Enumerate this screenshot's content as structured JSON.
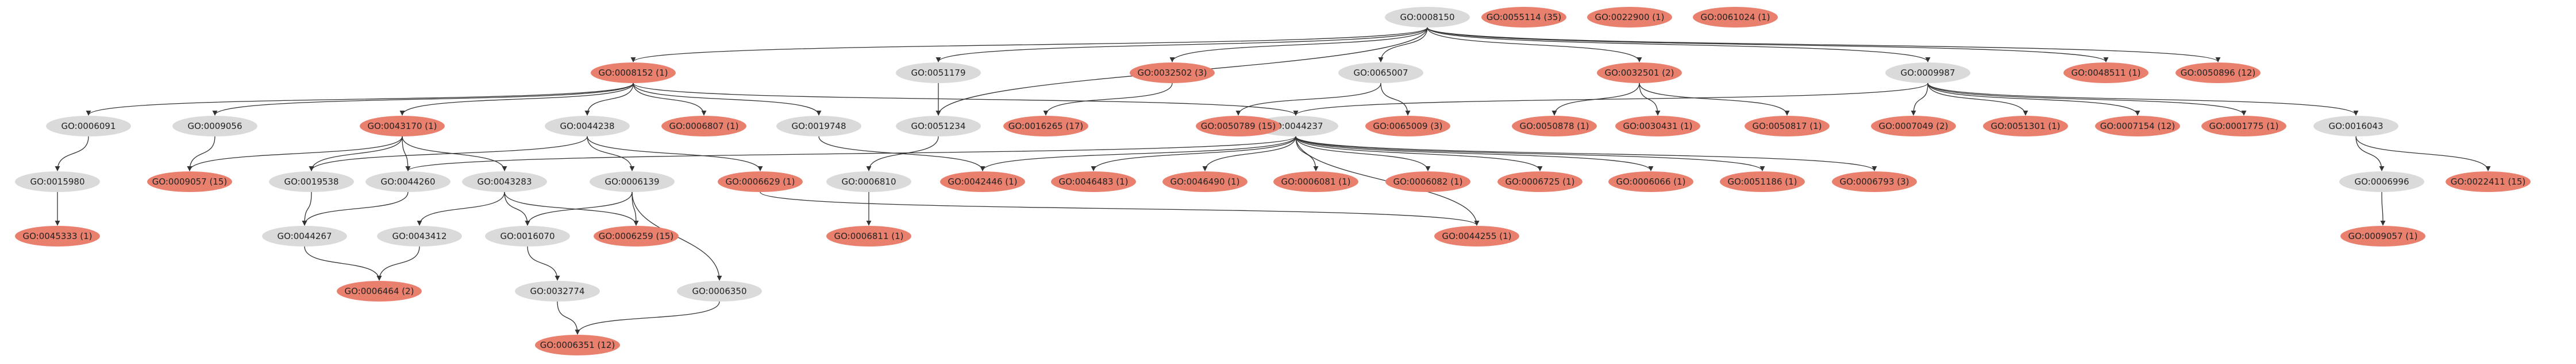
{
  "graph": {
    "colors": {
      "plain": "#dadada",
      "highlight": "#e9806e",
      "edge": "#333333"
    },
    "nodes": [
      {
        "id": "n1",
        "label": "GO:0008150",
        "highlight": false
      },
      {
        "id": "n2",
        "label": "GO:0055114  (35)",
        "highlight": true
      },
      {
        "id": "n3",
        "label": "GO:0022900  (1)",
        "highlight": true
      },
      {
        "id": "n4",
        "label": "GO:0061024  (1)",
        "highlight": true
      },
      {
        "id": "n5",
        "label": "GO:0008152  (1)",
        "highlight": true
      },
      {
        "id": "n6",
        "label": "GO:0051179",
        "highlight": false
      },
      {
        "id": "n7",
        "label": "GO:0032502  (3)",
        "highlight": true
      },
      {
        "id": "n8",
        "label": "GO:0065007",
        "highlight": false
      },
      {
        "id": "n9",
        "label": "GO:0032501  (2)",
        "highlight": true
      },
      {
        "id": "n10",
        "label": "GO:0009987",
        "highlight": false
      },
      {
        "id": "n11",
        "label": "GO:0048511  (1)",
        "highlight": true
      },
      {
        "id": "n12",
        "label": "GO:0050896  (12)",
        "highlight": true
      },
      {
        "id": "n13",
        "label": "GO:0006091",
        "highlight": false
      },
      {
        "id": "n14",
        "label": "GO:0009056",
        "highlight": false
      },
      {
        "id": "n15",
        "label": "GO:0043170  (1)",
        "highlight": true
      },
      {
        "id": "n16",
        "label": "GO:0044238",
        "highlight": false
      },
      {
        "id": "n17",
        "label": "GO:0006807  (1)",
        "highlight": true
      },
      {
        "id": "n18",
        "label": "GO:0019748",
        "highlight": false
      },
      {
        "id": "n19",
        "label": "GO:0051234",
        "highlight": false
      },
      {
        "id": "n20",
        "label": "GO:0016265  (17)",
        "highlight": true
      },
      {
        "id": "n21",
        "label": "GO:0044237",
        "highlight": false
      },
      {
        "id": "n22",
        "label": "GO:0050789  (15)",
        "highlight": true
      },
      {
        "id": "n23",
        "label": "GO:0065009  (3)",
        "highlight": true
      },
      {
        "id": "n24",
        "label": "GO:0050878  (1)",
        "highlight": true
      },
      {
        "id": "n25",
        "label": "GO:0030431  (1)",
        "highlight": true
      },
      {
        "id": "n26",
        "label": "GO:0050817  (1)",
        "highlight": true
      },
      {
        "id": "n27",
        "label": "GO:0007049  (2)",
        "highlight": true
      },
      {
        "id": "n28",
        "label": "GO:0051301  (1)",
        "highlight": true
      },
      {
        "id": "n29",
        "label": "GO:0007154  (12)",
        "highlight": true
      },
      {
        "id": "n30",
        "label": "GO:0001775  (1)",
        "highlight": true
      },
      {
        "id": "n31",
        "label": "GO:0016043",
        "highlight": false
      },
      {
        "id": "n32",
        "label": "GO:0015980",
        "highlight": false
      },
      {
        "id": "n33",
        "label": "GO:0009057  (15)",
        "highlight": true
      },
      {
        "id": "n34",
        "label": "GO:0019538",
        "highlight": false
      },
      {
        "id": "n35",
        "label": "GO:0044260",
        "highlight": false
      },
      {
        "id": "n36",
        "label": "GO:0043283",
        "highlight": false
      },
      {
        "id": "n37",
        "label": "GO:0006139",
        "highlight": false
      },
      {
        "id": "n38",
        "label": "GO:0006629  (1)",
        "highlight": true
      },
      {
        "id": "n39",
        "label": "GO:0006810",
        "highlight": false
      },
      {
        "id": "n40",
        "label": "GO:0042446  (1)",
        "highlight": true
      },
      {
        "id": "n41",
        "label": "GO:0046483  (1)",
        "highlight": true
      },
      {
        "id": "n42",
        "label": "GO:0046490  (1)",
        "highlight": true
      },
      {
        "id": "n43",
        "label": "GO:0006081  (1)",
        "highlight": true
      },
      {
        "id": "n44",
        "label": "GO:0006082  (1)",
        "highlight": true
      },
      {
        "id": "n45",
        "label": "GO:0006725  (1)",
        "highlight": true
      },
      {
        "id": "n46",
        "label": "GO:0006066  (1)",
        "highlight": true
      },
      {
        "id": "n47",
        "label": "GO:0051186  (1)",
        "highlight": true
      },
      {
        "id": "n48",
        "label": "GO:0006793  (3)",
        "highlight": true
      },
      {
        "id": "n49",
        "label": "GO:0006996",
        "highlight": false
      },
      {
        "id": "n50",
        "label": "GO:0022411  (15)",
        "highlight": true
      },
      {
        "id": "n51",
        "label": "GO:0045333  (1)",
        "highlight": true
      },
      {
        "id": "n52",
        "label": "GO:0044267",
        "highlight": false
      },
      {
        "id": "n53",
        "label": "GO:0043412",
        "highlight": false
      },
      {
        "id": "n54",
        "label": "GO:0016070",
        "highlight": false
      },
      {
        "id": "n55",
        "label": "GO:0006259  (15)",
        "highlight": true
      },
      {
        "id": "n56",
        "label": "GO:0006811  (1)",
        "highlight": true
      },
      {
        "id": "n57",
        "label": "GO:0044255  (1)",
        "highlight": true
      },
      {
        "id": "n58",
        "label": "GO:0009057  (1)",
        "highlight": true
      },
      {
        "id": "n59",
        "label": "GO:0006464  (2)",
        "highlight": true
      },
      {
        "id": "n60",
        "label": "GO:0032774",
        "highlight": false
      },
      {
        "id": "n61",
        "label": "GO:0006350",
        "highlight": false
      },
      {
        "id": "n62",
        "label": "GO:0006351  (12)",
        "highlight": true
      }
    ],
    "edges": [
      [
        "n1",
        "n5"
      ],
      [
        "n1",
        "n6"
      ],
      [
        "n1",
        "n7"
      ],
      [
        "n1",
        "n8"
      ],
      [
        "n1",
        "n9"
      ],
      [
        "n1",
        "n10"
      ],
      [
        "n1",
        "n11"
      ],
      [
        "n1",
        "n12"
      ],
      [
        "n1",
        "n19"
      ],
      [
        "n5",
        "n13"
      ],
      [
        "n5",
        "n14"
      ],
      [
        "n5",
        "n15"
      ],
      [
        "n5",
        "n16"
      ],
      [
        "n5",
        "n17"
      ],
      [
        "n5",
        "n18"
      ],
      [
        "n5",
        "n21"
      ],
      [
        "n6",
        "n19"
      ],
      [
        "n7",
        "n20"
      ],
      [
        "n8",
        "n22"
      ],
      [
        "n8",
        "n23"
      ],
      [
        "n9",
        "n24"
      ],
      [
        "n9",
        "n25"
      ],
      [
        "n9",
        "n26"
      ],
      [
        "n10",
        "n21"
      ],
      [
        "n10",
        "n27"
      ],
      [
        "n10",
        "n28"
      ],
      [
        "n10",
        "n29"
      ],
      [
        "n10",
        "n30"
      ],
      [
        "n10",
        "n31"
      ],
      [
        "n13",
        "n32"
      ],
      [
        "n14",
        "n33"
      ],
      [
        "n15",
        "n33"
      ],
      [
        "n15",
        "n34"
      ],
      [
        "n15",
        "n35"
      ],
      [
        "n15",
        "n36"
      ],
      [
        "n16",
        "n34"
      ],
      [
        "n16",
        "n37"
      ],
      [
        "n16",
        "n38"
      ],
      [
        "n18",
        "n40"
      ],
      [
        "n19",
        "n39"
      ],
      [
        "n21",
        "n35"
      ],
      [
        "n21",
        "n40"
      ],
      [
        "n21",
        "n41"
      ],
      [
        "n21",
        "n42"
      ],
      [
        "n21",
        "n43"
      ],
      [
        "n21",
        "n44"
      ],
      [
        "n21",
        "n45"
      ],
      [
        "n21",
        "n46"
      ],
      [
        "n21",
        "n47"
      ],
      [
        "n21",
        "n48"
      ],
      [
        "n21",
        "n57"
      ],
      [
        "n31",
        "n49"
      ],
      [
        "n31",
        "n50"
      ],
      [
        "n32",
        "n51"
      ],
      [
        "n34",
        "n52"
      ],
      [
        "n35",
        "n52"
      ],
      [
        "n36",
        "n53"
      ],
      [
        "n36",
        "n54"
      ],
      [
        "n36",
        "n55"
      ],
      [
        "n37",
        "n54"
      ],
      [
        "n37",
        "n55"
      ],
      [
        "n37",
        "n61"
      ],
      [
        "n38",
        "n57"
      ],
      [
        "n39",
        "n56"
      ],
      [
        "n49",
        "n58"
      ],
      [
        "n52",
        "n59"
      ],
      [
        "n53",
        "n59"
      ],
      [
        "n54",
        "n60"
      ],
      [
        "n60",
        "n62"
      ],
      [
        "n61",
        "n62"
      ]
    ]
  }
}
